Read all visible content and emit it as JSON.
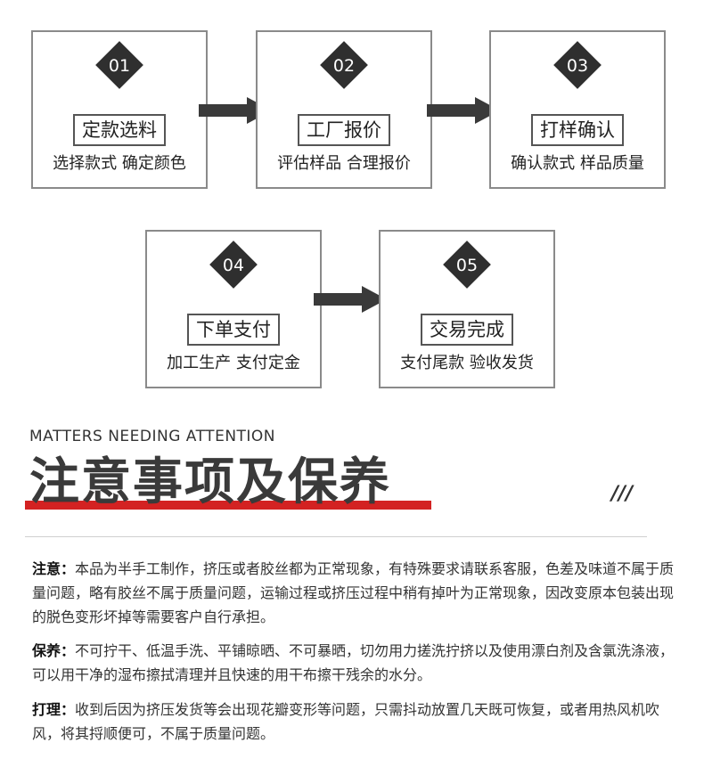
{
  "steps": [
    {
      "num": "01",
      "label": "定款选料",
      "desc": "选择款式 确定颜色"
    },
    {
      "num": "02",
      "label": "工厂报价",
      "desc": "评估样品 合理报价"
    },
    {
      "num": "03",
      "label": "打样确认",
      "desc": "确认款式 样品质量"
    },
    {
      "num": "04",
      "label": "下单支付",
      "desc": "加工生产 支付定金"
    },
    {
      "num": "05",
      "label": "交易完成",
      "desc": "支付尾款 验收发货"
    }
  ],
  "section": {
    "subtitle": "MATTERS NEEDING ATTENTION",
    "title": "注意事项及保养",
    "slashes": "///"
  },
  "notes": [
    {
      "key": "注意：",
      "text": "本品为半手工制作，挤压或者胶丝都为正常现象，有特殊要求请联系客服，色差及味道不属于质量问题，略有胶丝不属于质量问题，运输过程或挤压过程中稍有掉叶为正常现象，因改变原本包装出现的脱色变形坏掉等需要客户自行承担。"
    },
    {
      "key": "保养：",
      "text": "不可拧干、低温手洗、平铺晾晒、不可暴晒，切勿用力搓洗拧挤以及使用漂白剂及含氯洗涤液，可以用干净的湿布擦拭清理并且快速的用干布擦干残余的水分。"
    },
    {
      "key": "打理：",
      "text": "收到后因为挤压发货等会出现花瓣变形等问题，只需抖动放置几天既可恢复，或者用热风机吹风，将其捋顺便可，不属于质量问题。"
    }
  ],
  "colors": {
    "accent": "#d32222",
    "diamond": "#2f2f2f",
    "arrow": "#3a3a3a"
  }
}
